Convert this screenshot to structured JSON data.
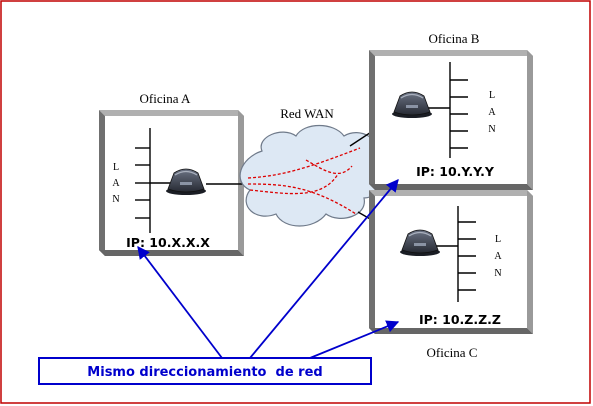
{
  "offices": {
    "a": {
      "title": "Oficina A",
      "lan": [
        "L",
        "A",
        "N"
      ],
      "ip": "IP: 10.X.X.X"
    },
    "b": {
      "title": "Oficina B",
      "lan": [
        "L",
        "A",
        "N"
      ],
      "ip": "IP: 10.Y.Y.Y"
    },
    "c": {
      "title": "Oficina C",
      "lan": [
        "L",
        "A",
        "N"
      ],
      "ip": "IP: 10.Z.Z.Z"
    }
  },
  "wan": {
    "label": "Red WAN"
  },
  "callout": {
    "text": "Mismo direccionamiento  de red"
  },
  "colors": {
    "frame_border": "#c00000",
    "arrow": "#0000cc",
    "callout_text": "#0000cc",
    "cloud_fill": "#dde8f4",
    "wan_path": "#dd0000"
  },
  "icons": {
    "router": "router-icon",
    "cloud": "cloud-icon"
  }
}
